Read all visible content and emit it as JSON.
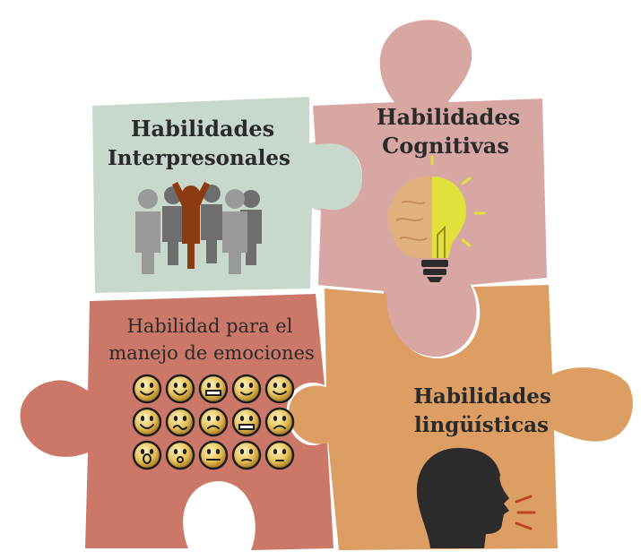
{
  "colors": {
    "green_piece": "#c9d8cc",
    "pink_piece": "#d9a7a3",
    "red_piece": "#cc7868",
    "orange_piece": "#dc9e62",
    "text": "#2a2a2a",
    "people_gray": "#9a9a9a",
    "people_dark": "#6e6e6e",
    "people_brown": "#8b3a12",
    "bulb_yellow": "#e2e03a",
    "brain": "#e0b07f",
    "head": "#2b2b2b",
    "voice_lines": "#c0442a",
    "emoji_gold": "#e8c15a"
  },
  "pieces": {
    "interpersonal": {
      "line1": "Habilidades",
      "line2": "Interpresonales",
      "icon": "people-group-icon"
    },
    "cognitive": {
      "line1": "Habilidades",
      "line2": "Cognitivas",
      "icon": "brain-lightbulb-icon"
    },
    "emotions": {
      "line1": "Habilidad para el",
      "line2": "manejo de emociones",
      "icon": "emoji-faces-icon"
    },
    "linguistic": {
      "line1": "Habilidades",
      "line2": "lingüísticas",
      "icon": "speaking-head-icon"
    }
  }
}
